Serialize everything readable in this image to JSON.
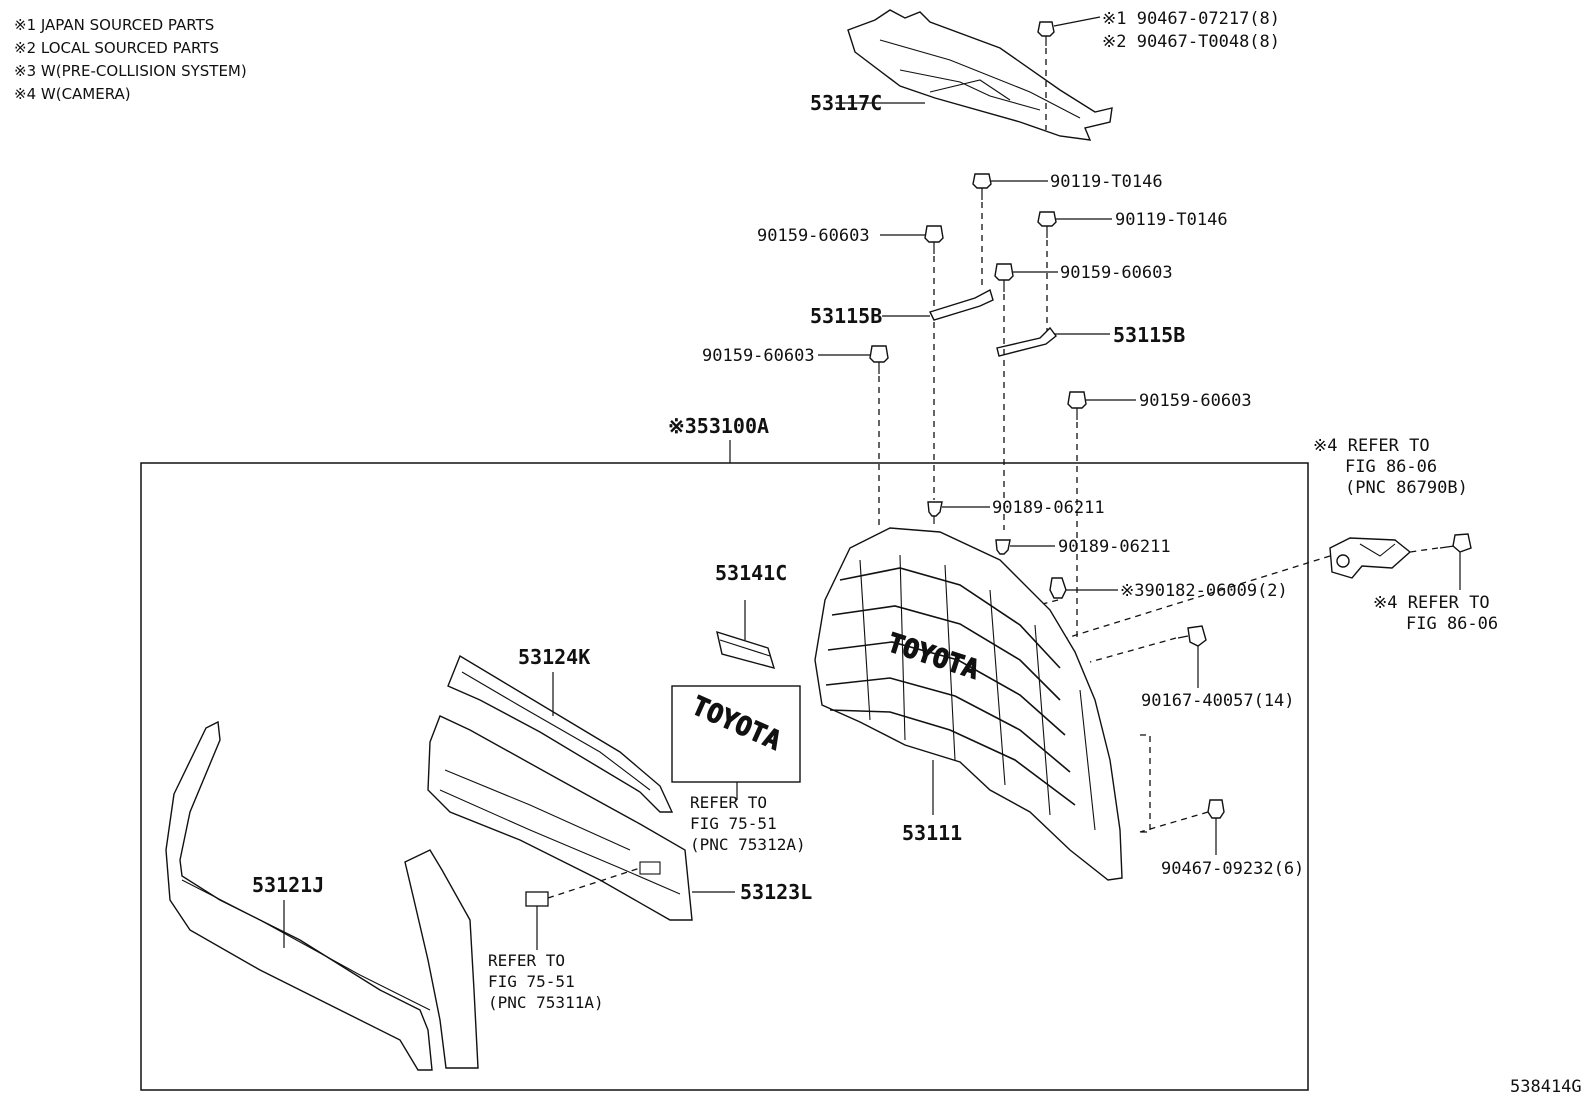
{
  "notes": [
    "※1 JAPAN SOURCED PARTS",
    "※2 LOCAL SOURCED PARTS",
    "※3 W(PRE-COLLISION SYSTEM)",
    "※4 W(CAMERA)"
  ],
  "labels": {
    "p_90467_07217": "※1 90467-07217(8)",
    "p_90467_T0048": "※2 90467-T0048(8)",
    "p_53117C": "53117C",
    "p_90119_T0146_a": "90119-T0146",
    "p_90119_T0146_b": "90119-T0146",
    "p_90159_60603_a": "90159-60603",
    "p_90159_60603_b": "90159-60603",
    "p_90159_60603_c": "90159-60603",
    "p_90159_60603_d": "90159-60603",
    "p_53115B_a": "53115B",
    "p_53115B_b": "53115B",
    "p_53100A": "※353100A",
    "p_90189_06211_a": "90189-06211",
    "p_90189_06211_b": "90189-06211",
    "p_90182_06009": "※390182-06009(2)",
    "p_90167_40057": "90167-40057(14)",
    "p_90467_09232": "90467-09232(6)",
    "p_53141C": "53141C",
    "p_53124K": "53124K",
    "p_53111": "53111",
    "p_53121J": "53121J",
    "p_53123L": "53123L",
    "badge": "TOYOTA",
    "ref_cam1_l1": "※4 REFER TO",
    "ref_cam1_l2": "FIG 86-06",
    "ref_cam1_l3": "(PNC 86790B)",
    "ref_cam2_l1": "※4 REFER TO",
    "ref_cam2_l2": "FIG 86-06",
    "ref_emb_l1": "REFER TO",
    "ref_emb_l2": "FIG 75-51",
    "ref_emb_l3": "(PNC 75312A)",
    "ref_emb2_l1": "REFER TO",
    "ref_emb2_l2": "FIG 75-51",
    "ref_emb2_l3": "(PNC 75311A)",
    "figure_id": "538414G"
  }
}
